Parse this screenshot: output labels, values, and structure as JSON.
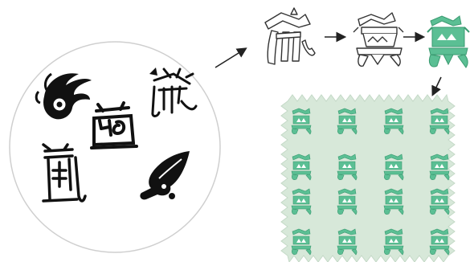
{
  "figure": {
    "source_glyphs": [
      {
        "name": "swirl-eye-glyph"
      },
      {
        "name": "house-frame-glyph"
      },
      {
        "name": "tree-figure-glyph"
      },
      {
        "name": "pillar-frame-glyph"
      },
      {
        "name": "leaf-bird-glyph"
      }
    ],
    "stages": [
      {
        "name": "outline-stage",
        "fill": "#ffffff",
        "stroke": "#333333"
      },
      {
        "name": "redesign-stage",
        "fill": "#ffffff",
        "stroke": "#333333"
      },
      {
        "name": "colored-stage",
        "fill": "#5bbf94",
        "stroke": "#3a9a70"
      }
    ],
    "pattern": {
      "rows": 4,
      "cols": 4,
      "fabric_color": "#d7e8d9",
      "motif_color": "#5bbf94"
    },
    "colors": {
      "ink": "#111111",
      "circle_stroke": "#cfcfcf",
      "arrow": "#222222"
    }
  }
}
